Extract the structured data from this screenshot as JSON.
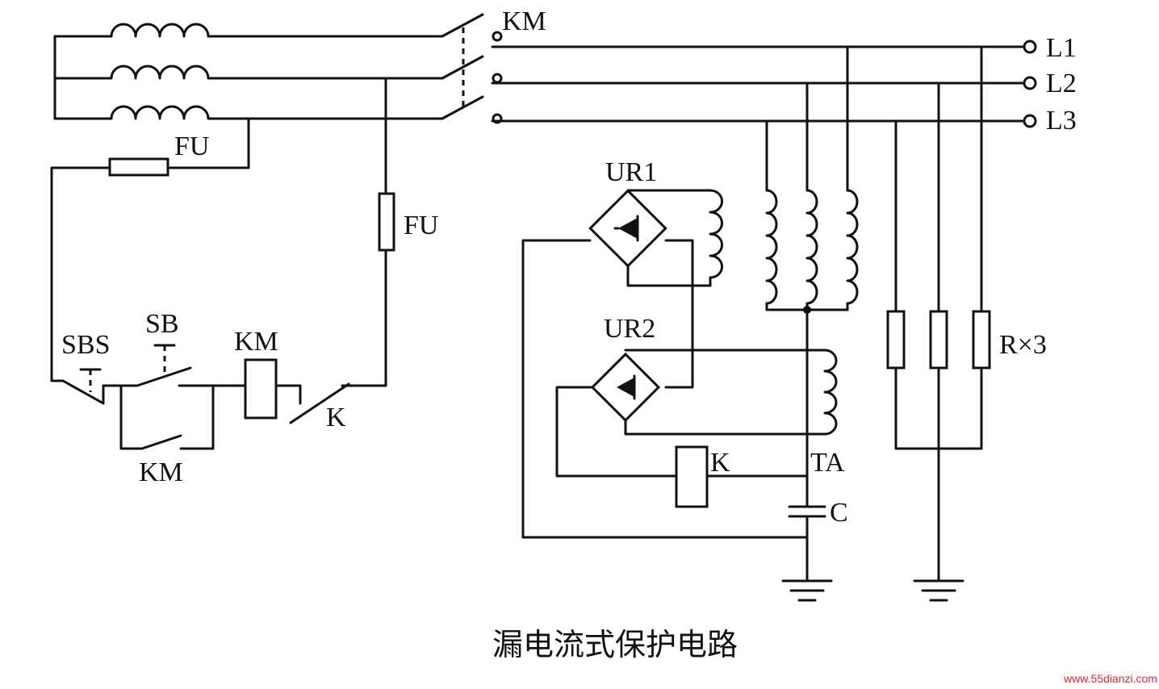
{
  "labels": {
    "km_top": "KM",
    "l1": "L1",
    "l2": "L2",
    "l3": "L3",
    "fu_left": "FU",
    "fu_mid": "FU",
    "ur1": "UR1",
    "ur2": "UR2",
    "sb": "SB",
    "sbs": "SBS",
    "km_coil": "KM",
    "k_contact": "K",
    "km_aux": "KM",
    "k_relay": "K",
    "ta": "TA",
    "c": "C",
    "rx3": "R×3"
  },
  "caption": "漏电流式保护电路",
  "watermark": "www.55dianzi.com",
  "colors": {
    "line": "#111111",
    "watermark": "#e22233"
  }
}
